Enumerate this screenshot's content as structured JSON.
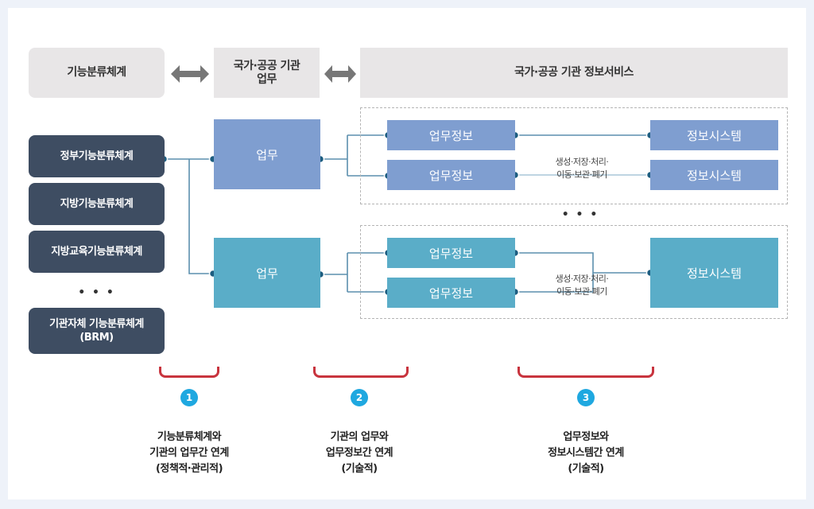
{
  "header": {
    "col1": "기능분류체계",
    "col2": "국가·공공 기관\n업무",
    "col3": "국가·공공 기관 정보서비스"
  },
  "classification_systems": [
    {
      "label": "정부기능분류체계"
    },
    {
      "label": "지방기능분류체계"
    },
    {
      "label": "지방교육기능분류체계"
    },
    {
      "label": "기관자체 기능분류체계\n(BRM)"
    }
  ],
  "ellipsis": "• • •",
  "work_boxes": [
    {
      "label": "업무",
      "color": "#7f9ed0"
    },
    {
      "label": "업무",
      "color": "#5aadc8"
    }
  ],
  "groups": [
    {
      "work_info": [
        "업무정보",
        "업무정보"
      ],
      "systems": [
        "정보시스템",
        "정보시스템"
      ],
      "lifecycle": "생성·저장·처리·\n이동·보관·폐기"
    },
    {
      "work_info": [
        "업무정보",
        "업무정보"
      ],
      "systems": [
        "정보시스템"
      ],
      "lifecycle": "생성·저장·처리·\n이동·보관·폐기"
    }
  ],
  "steps": [
    {
      "number": "1",
      "caption": "기능분류체계와\n기관의 업무간 연계\n(정책적·관리적)"
    },
    {
      "number": "2",
      "caption": "기관의 업무와\n업무정보간 연계\n(기술적)"
    },
    {
      "number": "3",
      "caption": "업무정보와\n정보시스템간 연계\n(기술적)"
    }
  ],
  "colors": {
    "navy": "#3e4d62",
    "blue": "#7f9ed0",
    "teal": "#5aadc8",
    "connector": "#5b8fae",
    "dot": "#1d5d80",
    "bracket": "#c8343e",
    "step_badge": "#1fa8e0",
    "header_bg": "#e8e6e7"
  }
}
